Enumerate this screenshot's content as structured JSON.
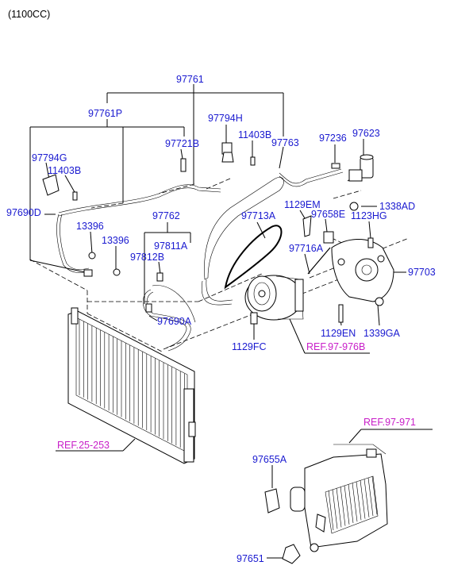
{
  "header": {
    "engine": "(1100CC)"
  },
  "parts": {
    "p97761": "97761",
    "p97761P": "97761P",
    "p97794H": "97794H",
    "p11403B_top": "11403B",
    "p97763": "97763",
    "p97236": "97236",
    "p97623": "97623",
    "p97721B": "97721B",
    "p97794G": "97794G",
    "p11403B_left": "11403B",
    "p97690D": "97690D",
    "p13396_a": "13396",
    "p13396_b": "13396",
    "p97762": "97762",
    "p97811A": "97811A",
    "p97812B": "97812B",
    "p97690A": "97690A",
    "p97713A": "97713A",
    "p1129EM": "1129EM",
    "p97658E": "97658E",
    "p1338AD": "1338AD",
    "p1123HG": "1123HG",
    "p97716A": "97716A",
    "p97703": "97703",
    "p1129EN": "1129EN",
    "p1339GA": "1339GA",
    "p1129FC": "1129FC",
    "p97655A": "97655A",
    "p97651": "97651"
  },
  "refs": {
    "ref_compressor": "REF.97-976B",
    "ref_radiator": "REF.25-253",
    "ref_heater": "REF.97-971"
  },
  "colors": {
    "part_label": "#1a1ad0",
    "ref_label": "#c81ec8",
    "line": "#000000"
  }
}
